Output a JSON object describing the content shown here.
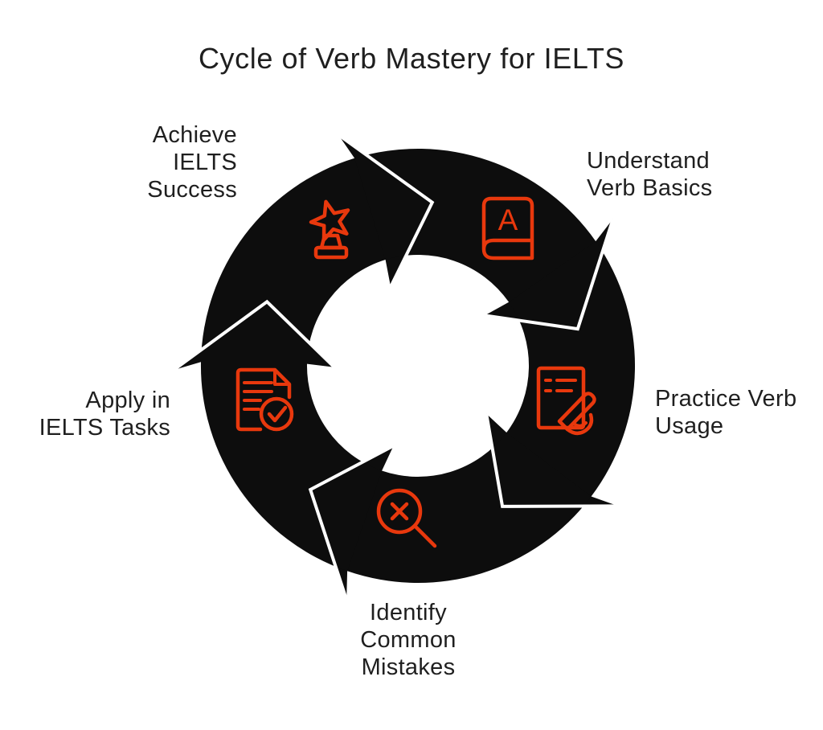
{
  "title": "Cycle of Verb Mastery for IELTS",
  "colors": {
    "accent": "#e8380d",
    "ring_black": "#0d0d0d",
    "text": "#1f1f1f",
    "separator": "#ffffff",
    "background": "#ffffff"
  },
  "diagram": {
    "type": "cycle",
    "direction": "clockwise",
    "step_count": 5,
    "steps": [
      {
        "order": 1,
        "label": "Understand Verb Basics",
        "label_lines": [
          "Understand",
          "Verb Basics"
        ],
        "icon": "book-a-icon",
        "icon_letter": "A",
        "position": "top-right"
      },
      {
        "order": 2,
        "label": "Practice Verb Usage",
        "label_lines": [
          "Practice Verb",
          "Usage"
        ],
        "icon": "writing-hand-icon",
        "position": "right"
      },
      {
        "order": 3,
        "label": "Identify Common Mistakes",
        "label_lines": [
          "Identify",
          "Common",
          "Mistakes"
        ],
        "icon": "magnifier-x-icon",
        "position": "bottom"
      },
      {
        "order": 4,
        "label": "Apply in IELTS Tasks",
        "label_lines": [
          "Apply in",
          "IELTS Tasks"
        ],
        "icon": "document-check-icon",
        "position": "left"
      },
      {
        "order": 5,
        "label": "Achieve IELTS Success",
        "label_lines": [
          "Achieve",
          "IELTS",
          "Success"
        ],
        "icon": "trophy-star-icon",
        "position": "top-left"
      }
    ]
  }
}
